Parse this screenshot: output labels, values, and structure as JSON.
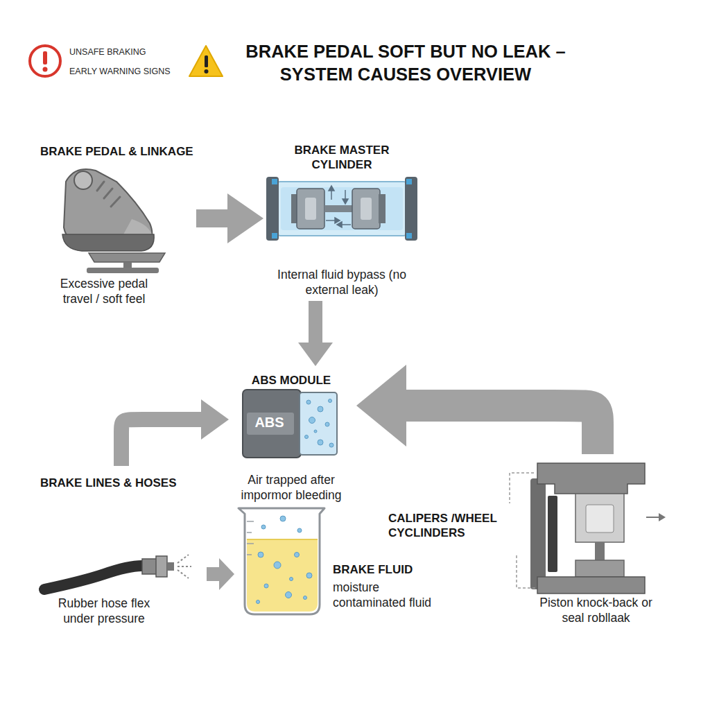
{
  "diagram": {
    "title": "BRAKE PEDAL SOFT BUT NO LEAK – SYSTEM CAUSES OVERVIEW",
    "nodes": [
      {
        "text": [
          "BRAKE PEDAL & LINKAGE",
          "Excessive pedal travel / soft feel"
        ]
      },
      {
        "text": [
          "BRAKE MASTER CYLINDER",
          "Internal fluid bypass (no external leak)"
        ]
      },
      {
        "text": [
          "ABS MODULE",
          "ABS",
          "Air trapped after impormor bleeding"
        ]
      },
      {
        "text": [
          "BRAKE LINES & HOSES",
          "Rubber hose flex under pressure"
        ]
      },
      {
        "text": [
          "BRAKE FLUID",
          "moisture contaminated fluid"
        ]
      },
      {
        "text": [
          "CALIPERS /WHEEL CYCLINDERS",
          "Piston knock-back or seal robllaak"
        ]
      }
    ],
    "edges": [
      {
        "from": 0,
        "to": 1,
        "arrow": "to"
      },
      {
        "from": 1,
        "to": 2,
        "arrow": "to"
      },
      {
        "from": 3,
        "to": 2,
        "arrow": "to"
      },
      {
        "from": 3,
        "to": 4,
        "arrow": "to"
      },
      {
        "from": 5,
        "to": 2,
        "arrow": "to"
      }
    ],
    "labels": [
      "UNSAFE BRAKING",
      "EARLY WARNING SIGNS"
    ]
  }
}
